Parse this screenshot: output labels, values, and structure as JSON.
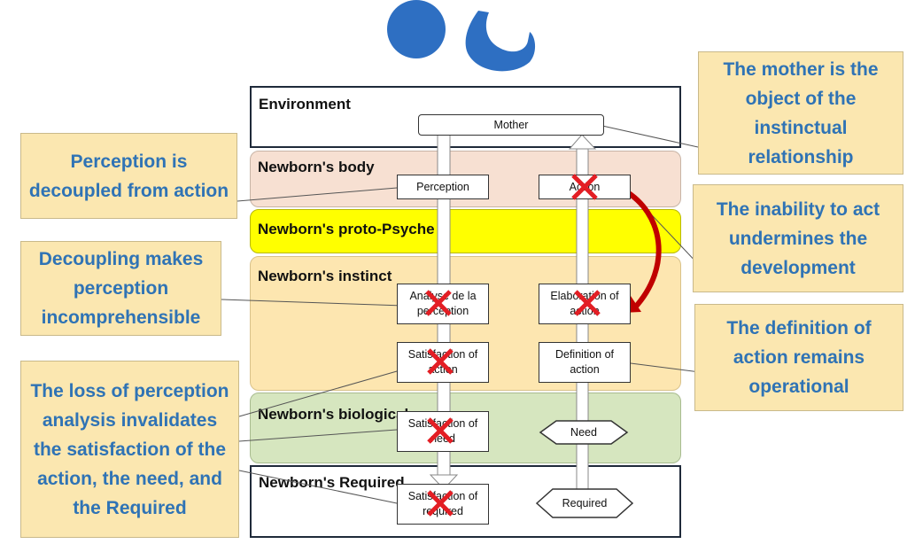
{
  "layers": {
    "environment": "Environment",
    "body": "Newborn's body",
    "proto_psyche": "Newborn's proto-Psyche",
    "instinct": "Newborn's instinct",
    "biological": "Newborn's biological",
    "required": "Newborn's Required"
  },
  "nodes": {
    "mother": "Mother",
    "perception": "Perception",
    "action": "Action",
    "analysis": "Analyse de la perception",
    "elaboration": "Elaboration of action",
    "satisfaction_action": "Satisfaction of action",
    "definition_action": "Definition of action",
    "satisfaction_need": "Satisfaction of need",
    "need": "Need",
    "satisfaction_required": "Satisfaction of required",
    "required": "Required"
  },
  "callouts": {
    "perception_decoupled": "Perception is decoupled from action",
    "decoupling": "Decoupling makes perception incomprehensible",
    "loss": "The loss of perception analysis invalidates the satisfaction of the action, the need, and the Required",
    "mother_object": "The mother is the object of the instinctual relationship",
    "inability": "The inability to act undermines the development",
    "definition_operational": "The definition of action remains operational"
  },
  "colors": {
    "callout_fill": "#fbe7b0",
    "callout_text": "#2f73b5",
    "body_layer": "#f7e0d2",
    "proto_psyche_layer": "#ffff00",
    "instinct_layer": "#fde6b0",
    "biological_layer": "#d6e6bf",
    "icon_blue": "#2e6fc2",
    "cross_red": "#e31e24",
    "arrow_red": "#c00000"
  },
  "icons": {
    "newborn": "newborn-icon",
    "cross": "red-cross-icon"
  }
}
